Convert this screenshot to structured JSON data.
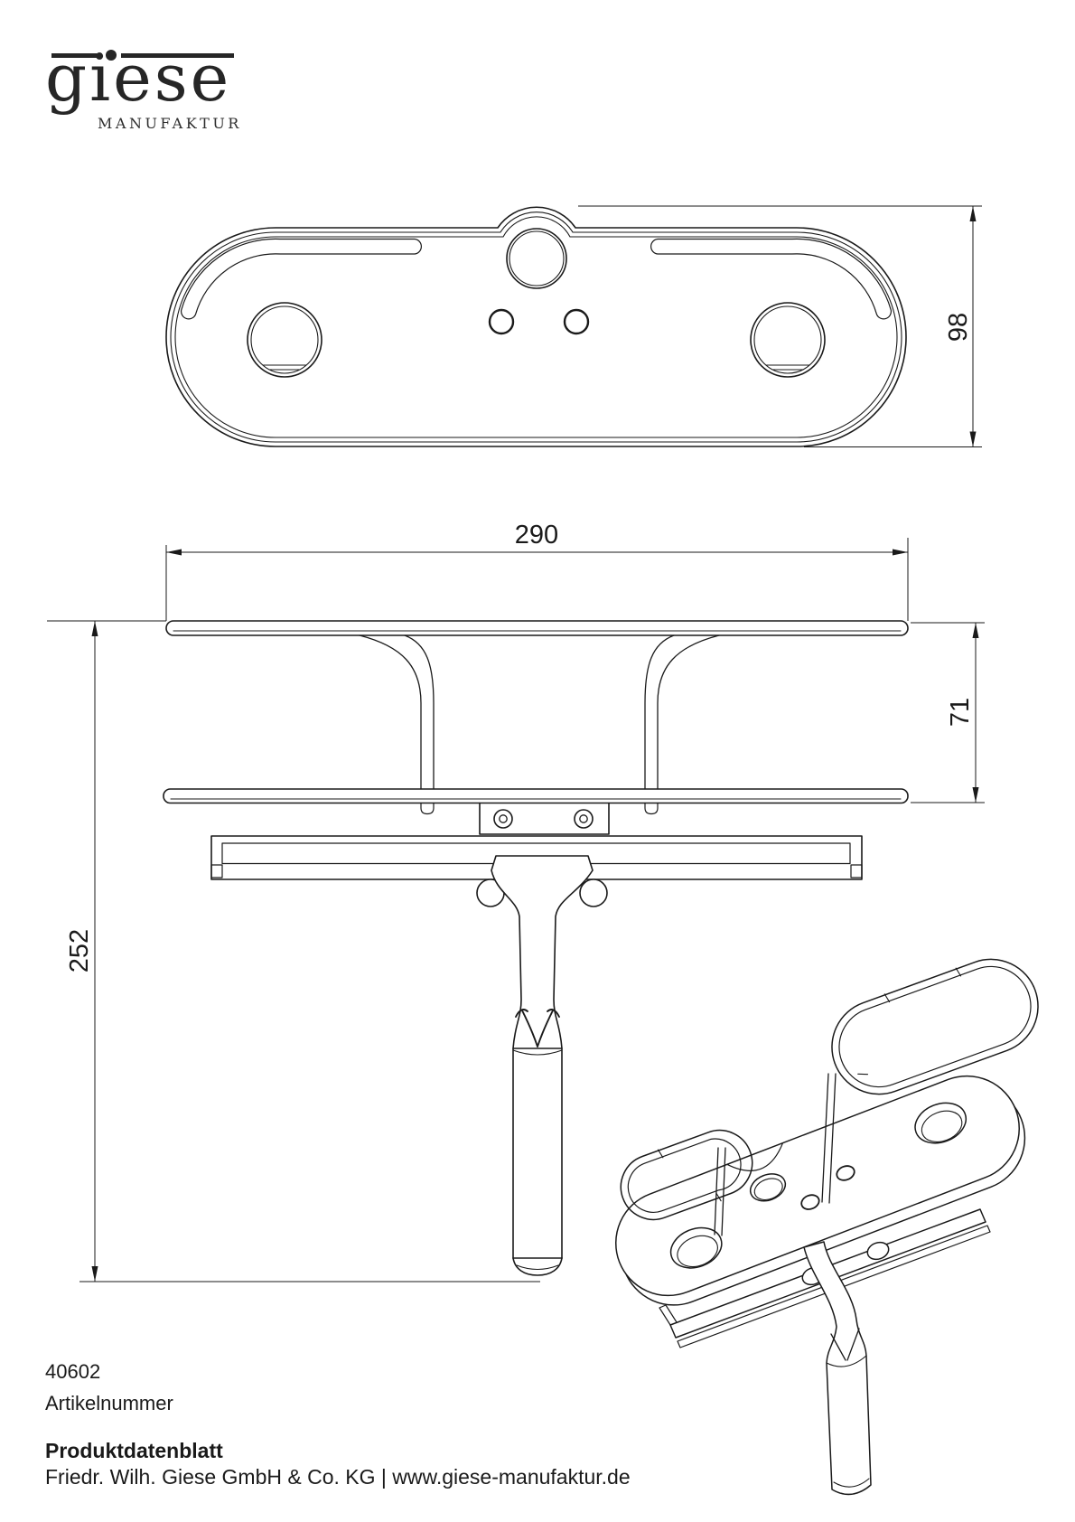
{
  "logo": {
    "brand": "giese",
    "subtitle": "MANUFAKTUR"
  },
  "dimension_labels": {
    "width_mm": "290",
    "depth_mm": "98",
    "shelf_offset_mm": "71",
    "height_mm": "252"
  },
  "footer": {
    "article_number": "40602",
    "article_number_label": "Artikelnummer",
    "doc_type": "Produktdatenblatt",
    "company_line": "Friedr. Wilh. Giese GmbH & Co. KG | www.giese-manufaktur.de"
  },
  "colors": {
    "line": "#1a1a1a",
    "background": "#ffffff",
    "logo": "#262626"
  }
}
